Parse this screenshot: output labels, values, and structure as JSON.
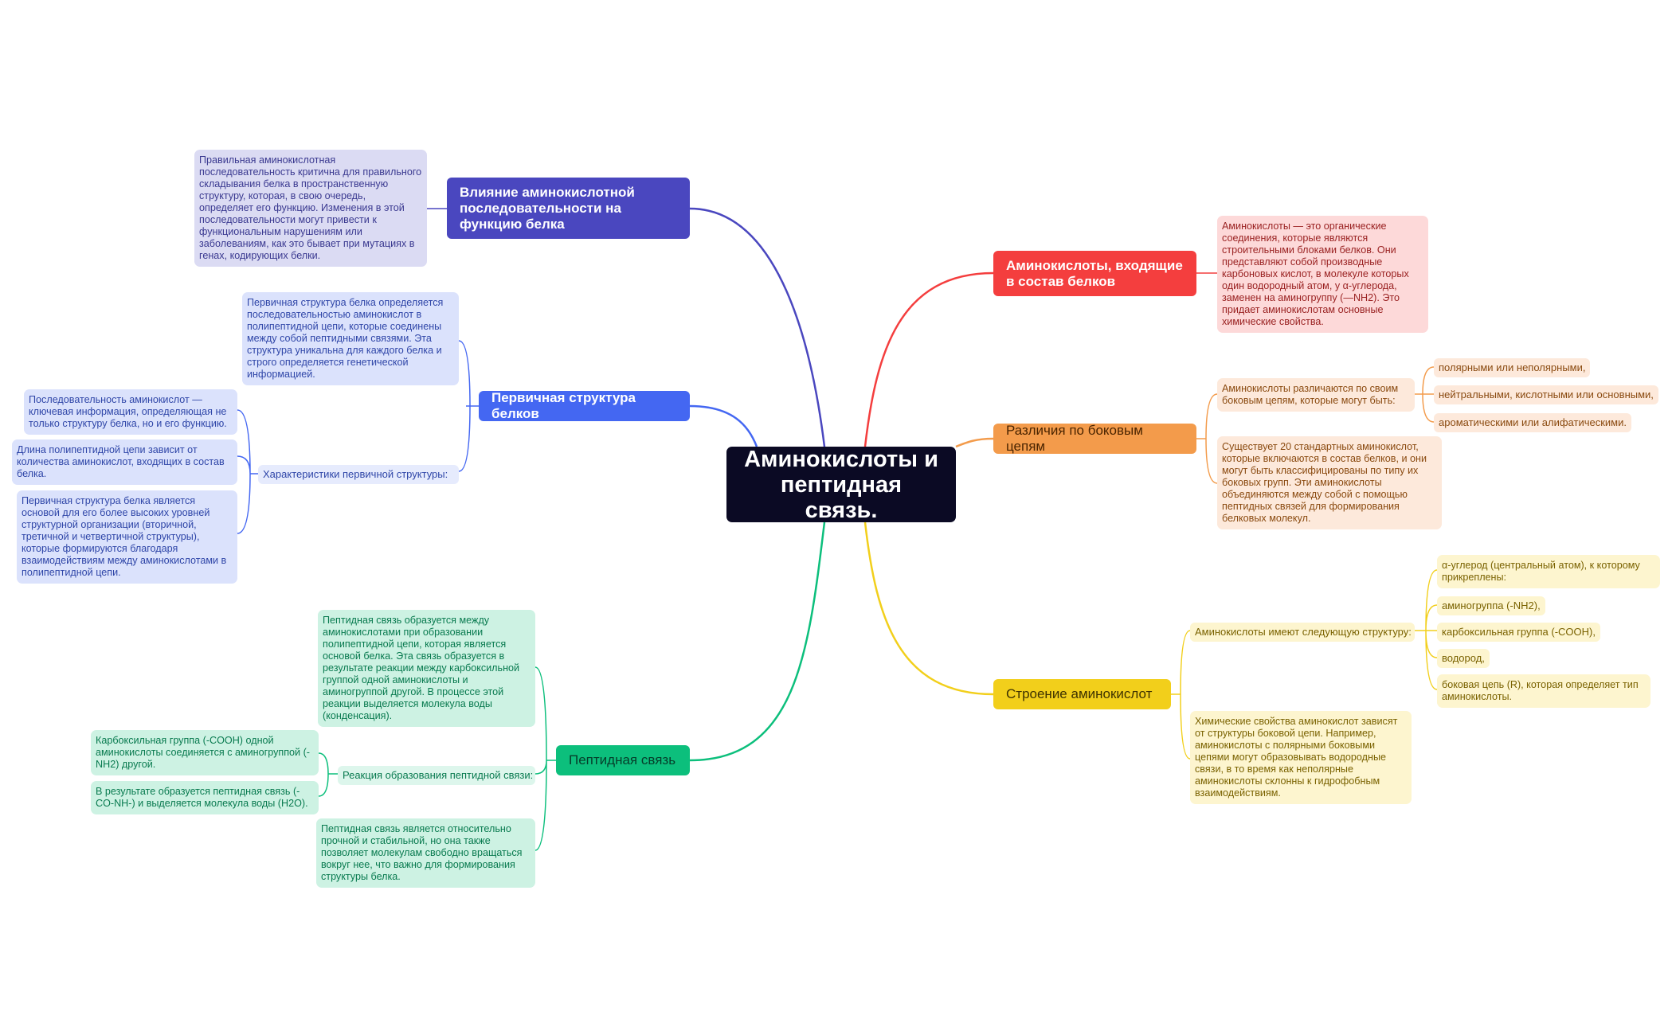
{
  "center": {
    "title": "Аминокислоты и пептидная связь."
  },
  "colors": {
    "red": "#f43e3e",
    "orange": "#f39b4b",
    "yellow": "#f2cf1b",
    "green": "#0cbf7c",
    "blue": "#4467f2",
    "indigo": "#4a47bf",
    "red_bg": "#fdd9d9",
    "orange_bg": "#fde9db",
    "yellow_bg": "#fdf5cf",
    "green_bg": "#cdf2e3",
    "blue_bg": "#dbe2fc",
    "indigo_bg": "#dbdbf3"
  },
  "branches": {
    "amino_in_proteins": {
      "label": "Аминокислоты, входящие в состав белков",
      "text": "Аминокислоты — это органические соединения, которые являются строительными блоками белков. Они представляют собой производные карбоновых кислот, в молекуле которых один водородный атом, у α-углерода, заменен на аминогруппу (—NH2). Это придает аминокислотам основные химические свойства."
    },
    "side_chains": {
      "label": "Различия по боковым цепям",
      "intro": "Аминокислоты различаются по своим боковым цепям, которые могут быть:",
      "types": [
        "полярными или неполярными,",
        "нейтральными, кислотными или основными,",
        "ароматическими или алифатическими."
      ],
      "text": "Существует 20 стандартных аминокислот, которые включаются в состав белков, и они могут быть классифицированы по типу их боковых групп. Эти аминокислоты объединяются между собой с помощью пептидных связей для формирования белковых молекул."
    },
    "structure": {
      "label": "Строение аминокислот",
      "intro": "Аминокислоты имеют следующую структуру:",
      "parts": [
        "α-углерод (центральный атом), к которому прикреплены:",
        "аминогруппа (-NH2),",
        "карбоксильная группа (-COOH),",
        "водород,",
        "боковая цепь (R), которая определяет тип аминокислоты."
      ],
      "text": "Химические свойства аминокислот зависят от структуры боковой цепи. Например, аминокислоты с полярными боковыми цепями могут образовывать водородные связи, в то время как неполярные аминокислоты склонны к гидрофобным взаимодействиям."
    },
    "influence": {
      "label": "Влияние аминокислотной последовательности на функцию белка",
      "text": "Правильная аминокислотная последовательность критична для правильного складывания белка в пространственную структуру, которая, в свою очередь, определяет его функцию. Изменения в этой последовательности могут привести к функциональным нарушениям или заболеваниям, как это бывает при мутациях в генах, кодирующих белки."
    },
    "primary": {
      "label": "Первичная структура белков",
      "text": "Первичная структура белка определяется последовательностью аминокислот в полипептидной цепи, которые соединены между собой пептидными связями. Эта структура уникальна для каждого белка и строго определяется генетической информацией.",
      "characteristics_label": "Характеристики первичной структуры:",
      "characteristics": [
        "Последовательность аминокислот — ключевая информация, определяющая не только структуру белка, но и его функцию.",
        "Длина полипептидной цепи зависит от количества аминокислот, входящих в состав белка.",
        "Первичная структура белка является основой для его более высоких уровней структурной организации (вторичной, третичной и четвертичной структуры), которые формируются благодаря взаимодействиям между аминокислотами в полипептидной цепи."
      ]
    },
    "peptide": {
      "label": "Пептидная связь",
      "text1": "Пептидная связь образуется между аминокислотами при образовании полипептидной цепи, которая является основой белка. Эта связь образуется в результате реакции между карбоксильной группой одной аминокислоты и аминогруппой другой. В процессе этой реакции выделяется молекула воды (конденсация).",
      "reaction_label": "Реакция образования пептидной связи:",
      "reaction_steps": [
        "Карбоксильная группа (-COOH) одной аминокислоты соединяется с аминогруппой (-NH2) другой.",
        "В результате образуется пептидная связь (-CO-NH-) и выделяется молекула воды (H2O)."
      ],
      "text2": "Пептидная связь является относительно прочной и стабильной, но она также позволяет молекулам свободно вращаться вокруг нее, что важно для формирования структуры белка."
    }
  }
}
